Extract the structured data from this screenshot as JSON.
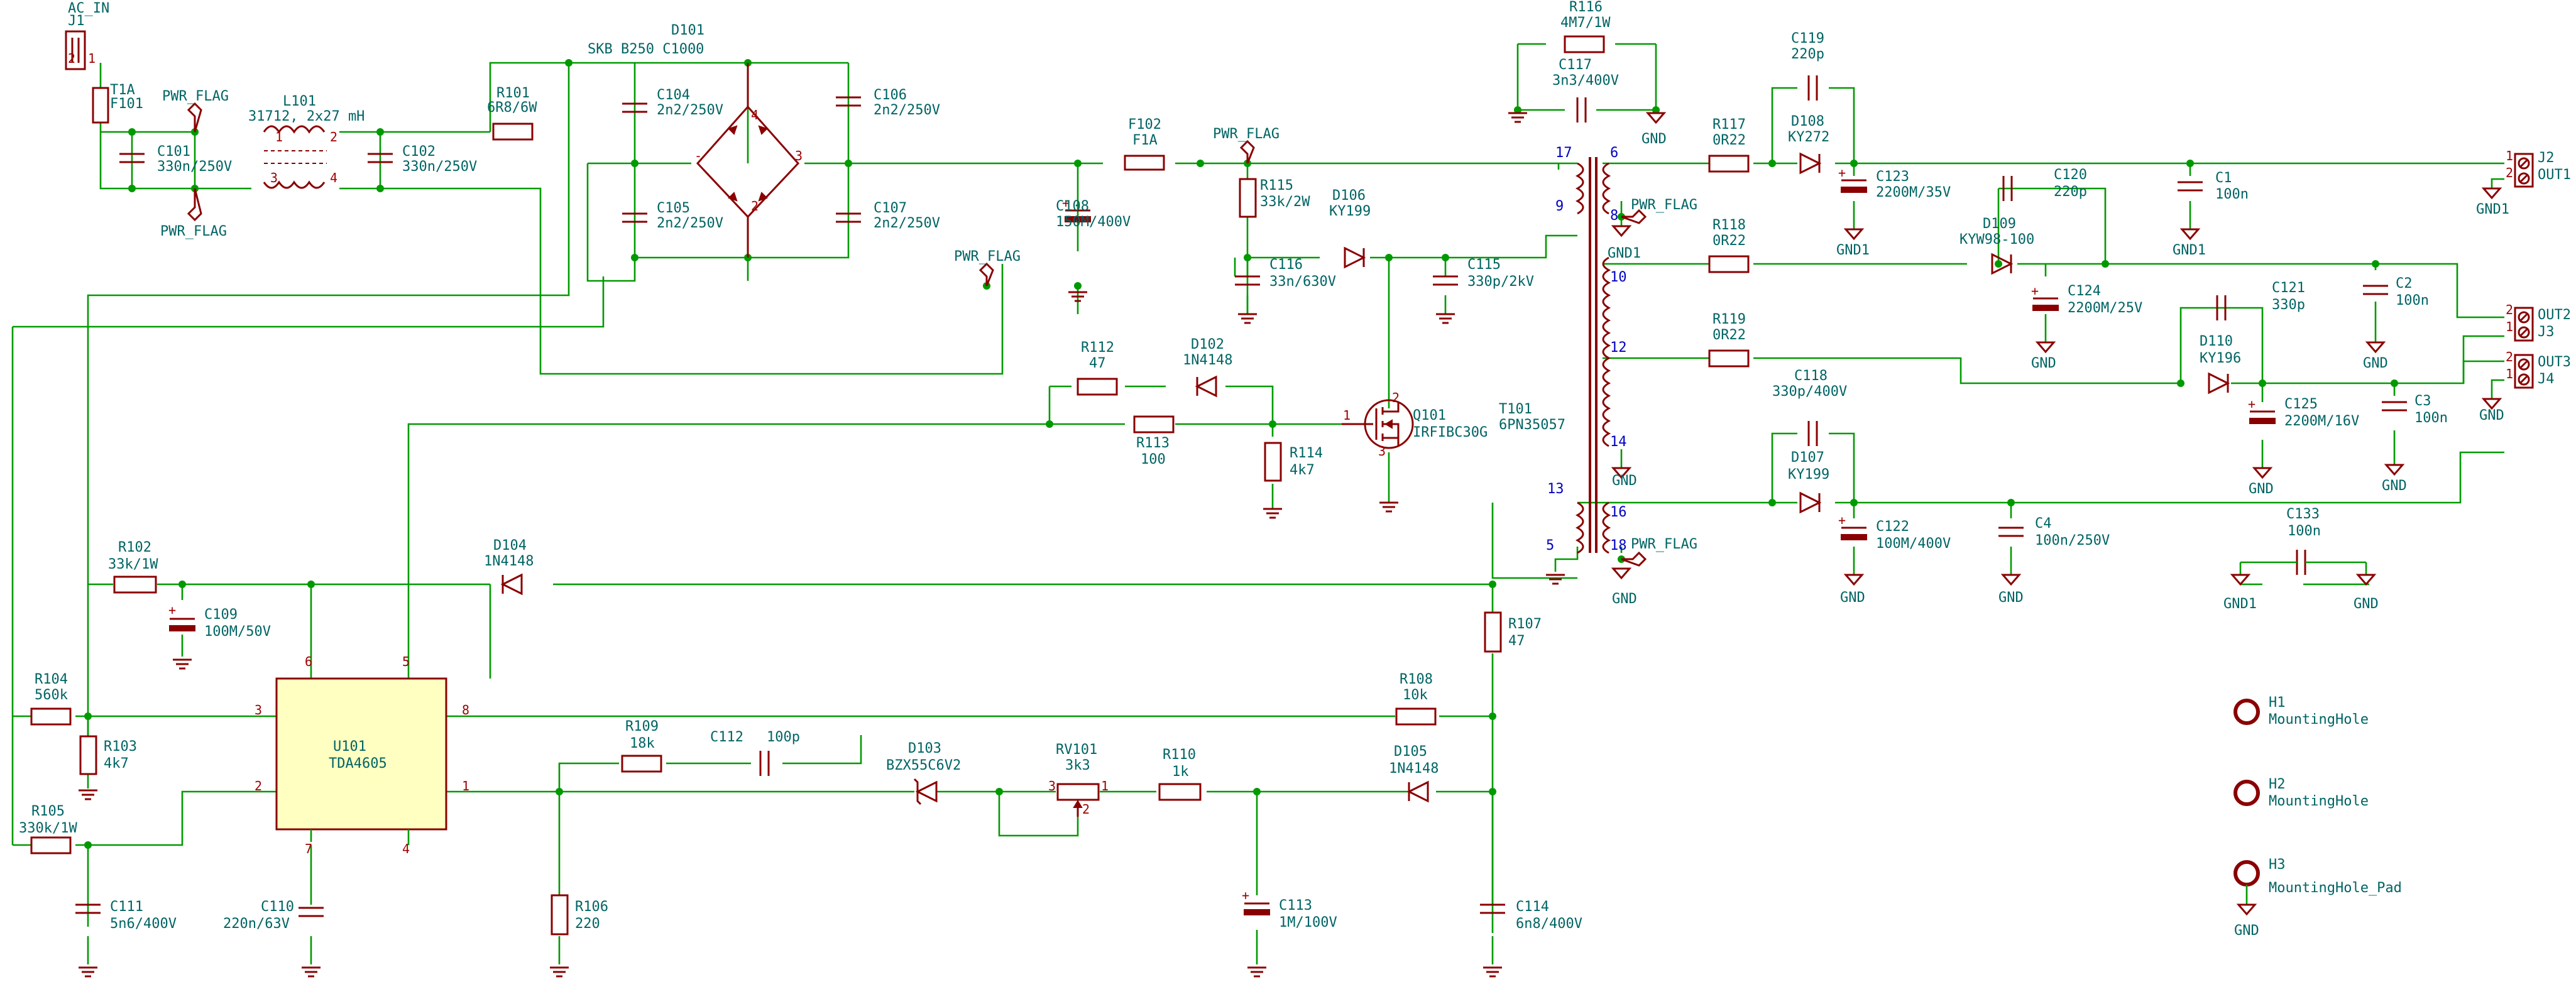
{
  "colors": {
    "wire": "#009a00",
    "symbol": "#8a0000",
    "text": "#006464",
    "pin": "#a00000",
    "tpin": "#0000c4",
    "ic_fill": "#ffffc2"
  },
  "labels": {
    "ac_in": "AC_IN",
    "j1": "J1",
    "f101_val": "T1A",
    "f101": "F101",
    "pwr_flag": "PWR_FLAG",
    "l101": "L101",
    "l101_val": "31712, 2x27 mH",
    "r101": "R101",
    "r101_val": "6R8/6W",
    "c101": "C101",
    "c101_val": "330n/250V",
    "c102": "C102",
    "c102_val": "330n/250V",
    "d101": "D101",
    "d101_val": "SKB B250 C1000",
    "c104": "C104",
    "c104_val": "2n2/250V",
    "c105": "C105",
    "c105_val": "2n2/250V",
    "c106": "C106",
    "c106_val": "2n2/250V",
    "c107": "C107",
    "c107_val": "2n2/250V",
    "f102": "F102",
    "f102_val": "F1A",
    "c108": "C108",
    "c108_val": "150M/400V",
    "r115": "R115",
    "r115_val": "33k/2W",
    "d106": "D106",
    "d106_val": "KY199",
    "c116": "C116",
    "c116_val": "33n/630V",
    "c115": "C115",
    "c115_val": "330p/2kV",
    "r116": "R116",
    "r116_val": "4M7/1W",
    "c117": "C117",
    "c117_val": "3n3/400V",
    "gnd": "GND",
    "gnd1": "GND1",
    "r117": "R117",
    "r117_val": "0R22",
    "c119": "C119",
    "c119_val": "220p",
    "d108": "D108",
    "d108_val": "KY272",
    "c123": "C123",
    "c123_val": "2200M/35V",
    "c1": "C1",
    "c1_val": "100n",
    "j2": "J2",
    "out1": "OUT1",
    "r118": "R118",
    "r118_val": "0R22",
    "c120": "C120",
    "c120_val": "220p",
    "d109": "D109",
    "d109_val": "KYW98-100",
    "c124": "C124",
    "c124_val": "2200M/25V",
    "c2": "C2",
    "c2_val": "100n",
    "out2": "OUT2",
    "j3": "J3",
    "c121": "C121",
    "c121_val": "330p",
    "d110": "D110",
    "d110_val": "KY196",
    "r119": "R119",
    "r119_val": "0R22",
    "c125": "C125",
    "c125_val": "2200M/16V",
    "c3": "C3",
    "c3_val": "100n",
    "out3": "OUT3",
    "j4": "J4",
    "t101": "T101",
    "t101_val": "6PN35057",
    "r112": "R112",
    "r112_val": "47",
    "d102": "D102",
    "d102_val": "1N4148",
    "r113": "R113",
    "r113_val": "100",
    "r114": "R114",
    "r114_val": "4k7",
    "q101": "Q101",
    "q101_val": "IRFIBC30G",
    "c118": "C118",
    "c118_val": "330p/400V",
    "d107": "D107",
    "d107_val": "KY199",
    "c122": "C122",
    "c122_val": "100M/400V",
    "c4": "C4",
    "c4_val": "100n/250V",
    "c133": "C133",
    "c133_val": "100n",
    "r102": "R102",
    "r102_val": "33k/1W",
    "d104": "D104",
    "d104_val": "1N4148",
    "c109": "C109",
    "c109_val": "100M/50V",
    "r107": "R107",
    "r107_val": "47",
    "r104": "R104",
    "r104_val": "560k",
    "r103": "R103",
    "r103_val": "4k7",
    "r105": "R105",
    "r105_val": "330k/1W",
    "u101": "U101",
    "u101_val": "TDA4605",
    "r108": "R108",
    "r108_val": "10k",
    "r109": "R109",
    "r109_val": "18k",
    "c112": "C112",
    "c112_val": "100p",
    "d103": "D103",
    "d103_val": "BZX55C6V2",
    "rv101": "RV101",
    "rv101_val": "3k3",
    "r110": "R110",
    "r110_val": "1k",
    "d105": "D105",
    "d105_val": "1N4148",
    "c111": "C111",
    "c111_val": "5n6/400V",
    "c110": "C110",
    "c110_val": "220n/63V",
    "r106": "R106",
    "r106_val": "220",
    "c113": "C113",
    "c113_val": "1M/100V",
    "c114": "C114",
    "c114_val": "6n8/400V",
    "h1": "H1",
    "h2": "H2",
    "h3": "H3",
    "mh": "MountingHole",
    "mhpad": "MountingHole_Pad"
  },
  "pins": {
    "n1": "1",
    "n2": "2",
    "n3": "3",
    "n4": "4",
    "n5": "5",
    "n6": "6",
    "n7": "7",
    "n8": "8",
    "n9": "9",
    "n10": "10",
    "n12": "12",
    "n13": "13",
    "n14": "14",
    "n16": "16",
    "n17": "17",
    "n18": "18",
    "plus": "+",
    "minus": "-"
  }
}
